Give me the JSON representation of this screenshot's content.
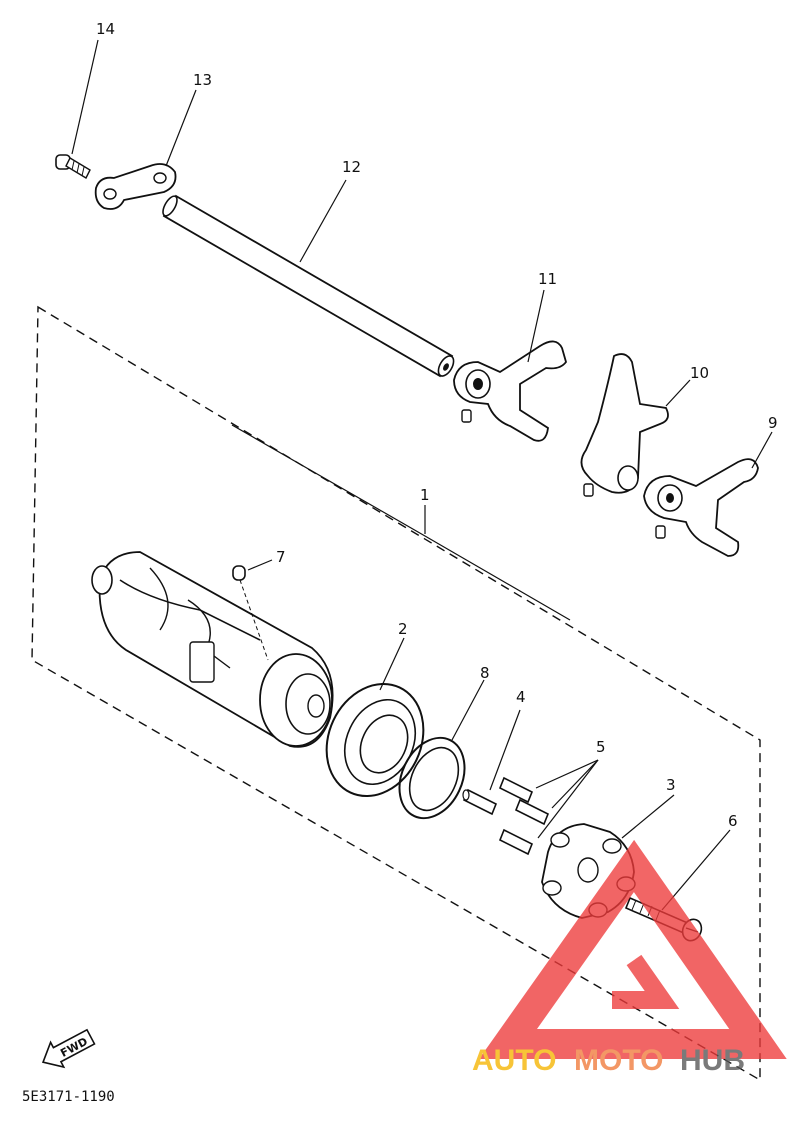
{
  "diagram": {
    "callouts": [
      {
        "id": "14",
        "label": "14",
        "part": "screw"
      },
      {
        "id": "13",
        "label": "13",
        "part": "stopper-plate"
      },
      {
        "id": "12",
        "label": "12",
        "part": "shift-fork-guide-bar"
      },
      {
        "id": "11",
        "label": "11",
        "part": "shift-fork"
      },
      {
        "id": "10",
        "label": "10",
        "part": "shift-fork"
      },
      {
        "id": "9",
        "label": "9",
        "part": "shift-fork"
      },
      {
        "id": "1",
        "label": "1",
        "part": "shift-cam-assembly"
      },
      {
        "id": "7",
        "label": "7",
        "part": "pin"
      },
      {
        "id": "2",
        "label": "2",
        "part": "bearing"
      },
      {
        "id": "8",
        "label": "8",
        "part": "circlip"
      },
      {
        "id": "4",
        "label": "4",
        "part": "pin"
      },
      {
        "id": "5",
        "label": "5",
        "part": "pins"
      },
      {
        "id": "3",
        "label": "3",
        "part": "segment"
      },
      {
        "id": "6",
        "label": "6",
        "part": "screw"
      }
    ],
    "fwd_label": "FWD",
    "part_code": "5E3171-1190"
  },
  "watermark": {
    "auto": "AUTO",
    "moto": "MOTO",
    "hub": "HUB",
    "colors": {
      "auto": "#f5b400",
      "moto": "#f07a3a",
      "hub": "#555555",
      "triangle": "#ee3b3b"
    }
  }
}
